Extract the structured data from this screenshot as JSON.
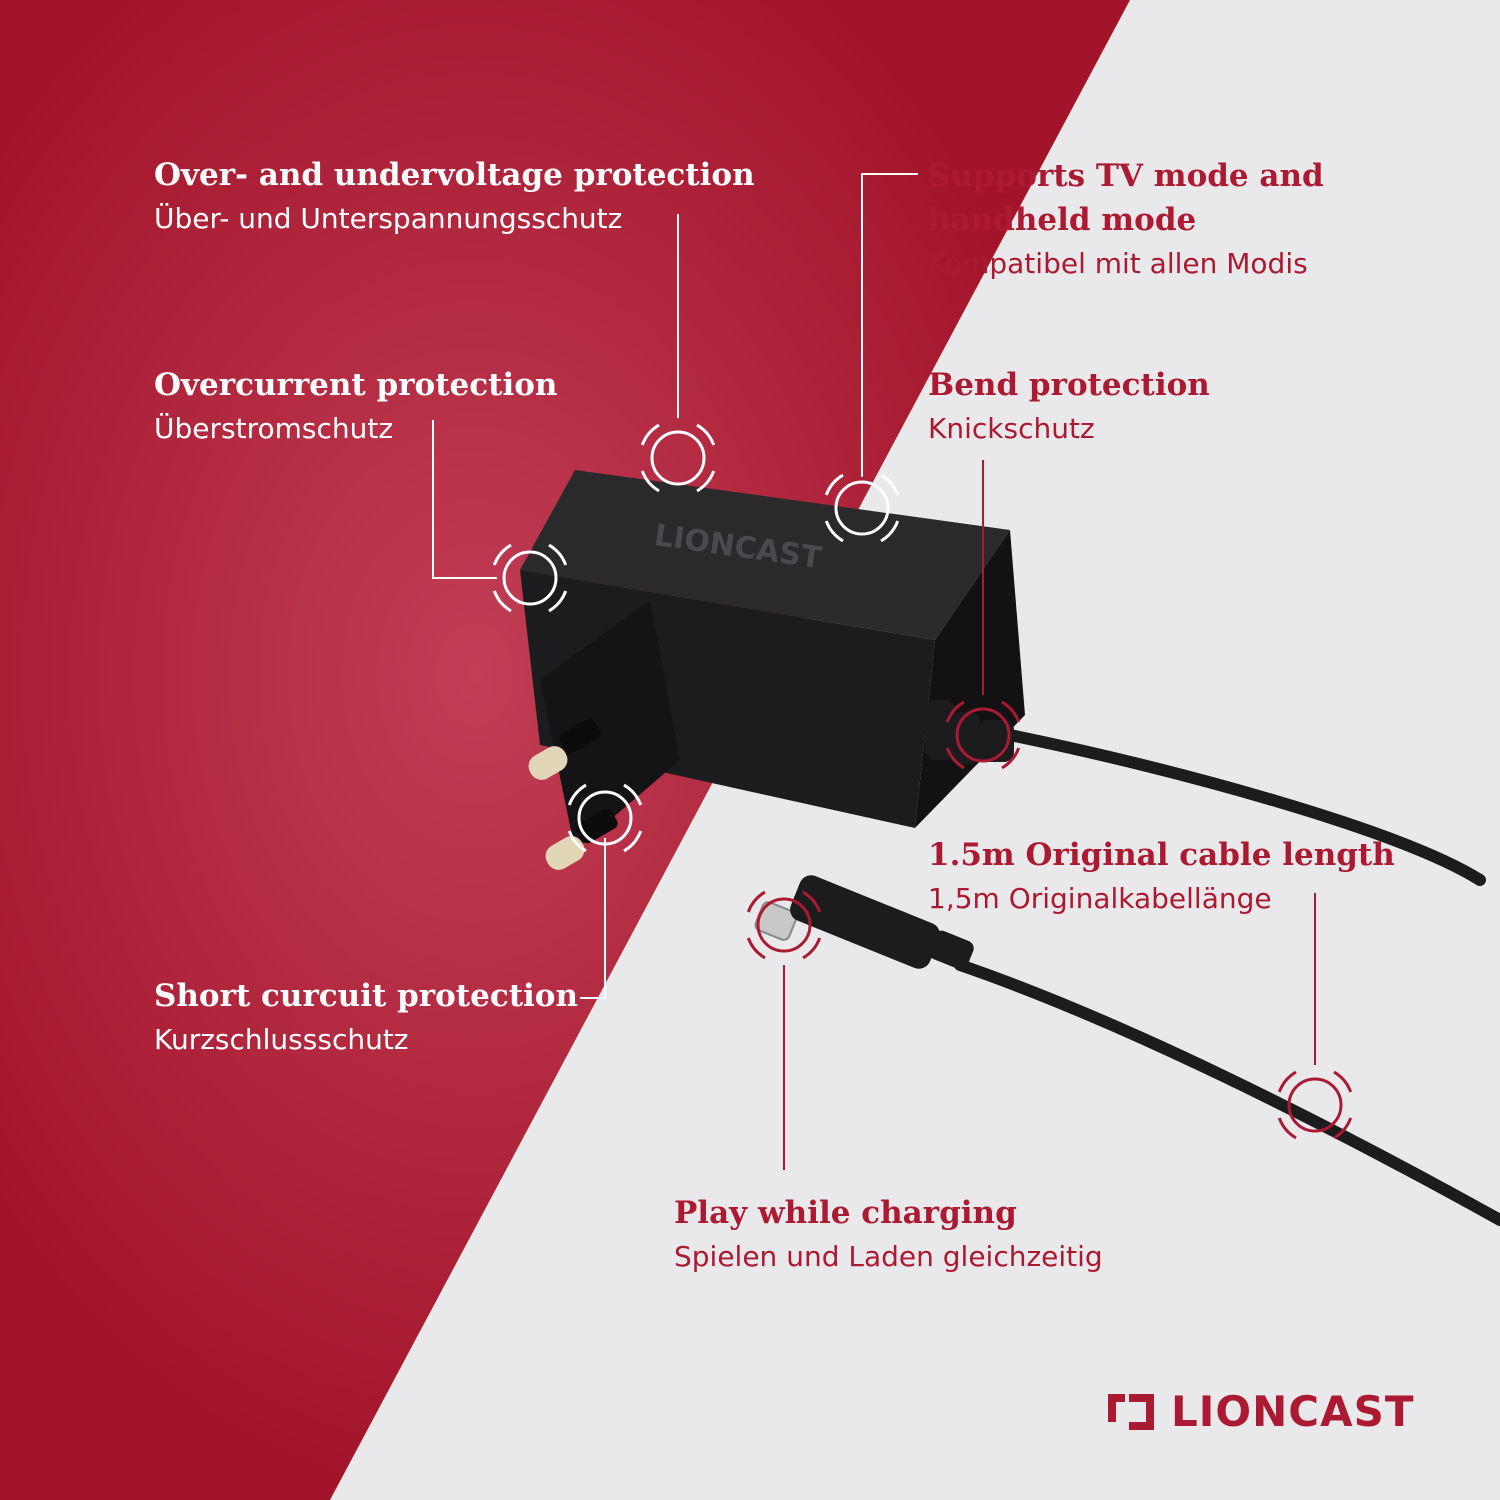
{
  "colors": {
    "red_dark": "#a3142a",
    "red_light": "#c13e55",
    "grey_bg": "#e9e8ea",
    "brand_red": "#ac1a31",
    "white": "#ffffff",
    "device_black": "#1c1c1e"
  },
  "product": {
    "device_label": "LIONCAST",
    "brand_logo": "LIONCAST"
  },
  "features": {
    "overvoltage": {
      "en": "Over- and undervoltage protection",
      "de": "Über- und Unterspannungsschutz"
    },
    "overcurrent": {
      "en": "Overcurrent protection",
      "de": "Überstromschutz"
    },
    "short_circuit": {
      "en": "Short curcuit protection",
      "de": "Kurzschlussschutz"
    },
    "tv_mode": {
      "en_line1": "Supports TV mode and",
      "en_line2": "handheld mode",
      "de": "Kompatibel mit allen Modis"
    },
    "bend": {
      "en": "Bend protection",
      "de": "Knickschutz"
    },
    "cable": {
      "en": "1.5m Original cable length",
      "de": "1,5m Originalkabellänge"
    },
    "play": {
      "en": "Play while charging",
      "de": "Spielen und Laden gleichzeitig"
    }
  },
  "icons": {
    "callout": "target-ring-icon",
    "logo_mark": "lioncast-logo-icon"
  }
}
